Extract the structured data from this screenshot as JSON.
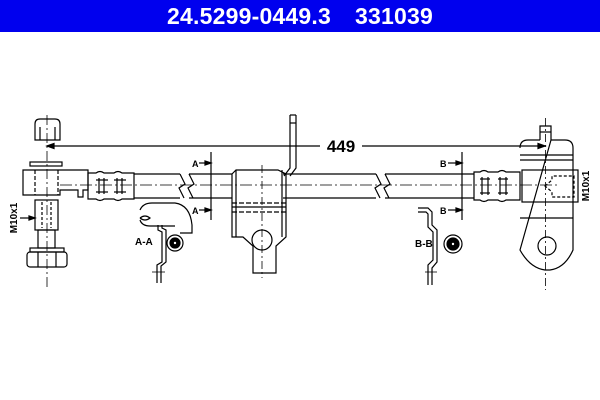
{
  "header": {
    "part_number": "24.5299-0449.3",
    "ref_number": "331039",
    "background_color": "#0000ee",
    "text_color": "#ffffff"
  },
  "drawing": {
    "overall_length": "449",
    "left_thread_label": "M10x1",
    "right_thread_label": "M10x1",
    "section_a_marker": "A",
    "section_a_label": "A-A",
    "section_b_marker": "B",
    "section_b_label": "B-B"
  }
}
